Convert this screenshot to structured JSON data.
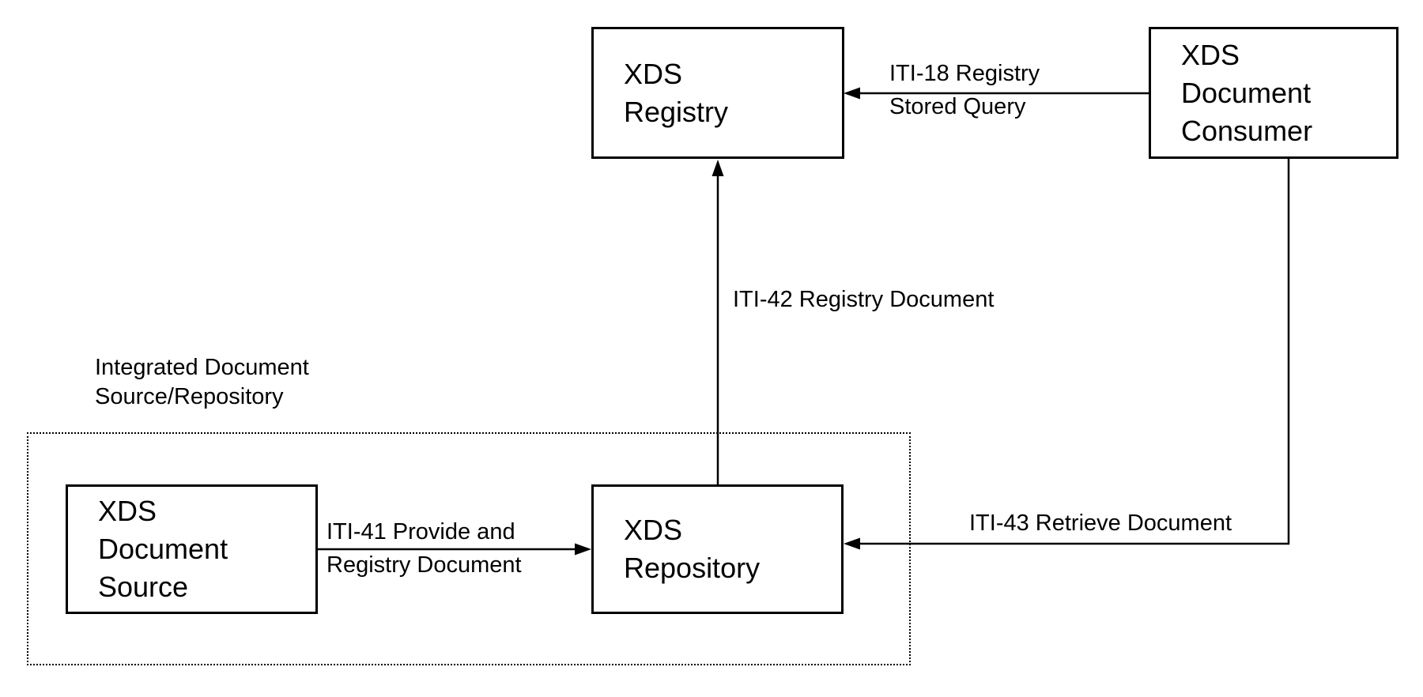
{
  "diagram": {
    "background_color": "#ffffff",
    "line_color": "#000000",
    "box_fill": "#ffffff",
    "group": {
      "label": "Integrated Document\nSource/Repository",
      "border_style": "dotted",
      "contains": [
        "XDS Document Source",
        "XDS Repository"
      ]
    },
    "nodes": {
      "registry": {
        "label": "XDS\nRegistry"
      },
      "consumer": {
        "label": "XDS\nDocument\nConsumer"
      },
      "source": {
        "label": "XDS\nDocument\nSource"
      },
      "repository": {
        "label": "XDS\nRepository"
      }
    },
    "edges": {
      "iti18": {
        "label": "ITI-18 Registry\nStored Query",
        "from": "XDS Document Consumer",
        "to": "XDS Registry",
        "direction": "left"
      },
      "iti42": {
        "label": "ITI-42 Registry Document",
        "from": "XDS Repository",
        "to": "XDS Registry",
        "direction": "up"
      },
      "iti41": {
        "label": "ITI-41 Provide and\nRegistry Document",
        "from": "XDS Document Source",
        "to": "XDS Repository",
        "direction": "right"
      },
      "iti43": {
        "label": "ITI-43 Retrieve Document",
        "from": "XDS Document Consumer",
        "to": "XDS Repository",
        "direction": "left"
      }
    }
  }
}
